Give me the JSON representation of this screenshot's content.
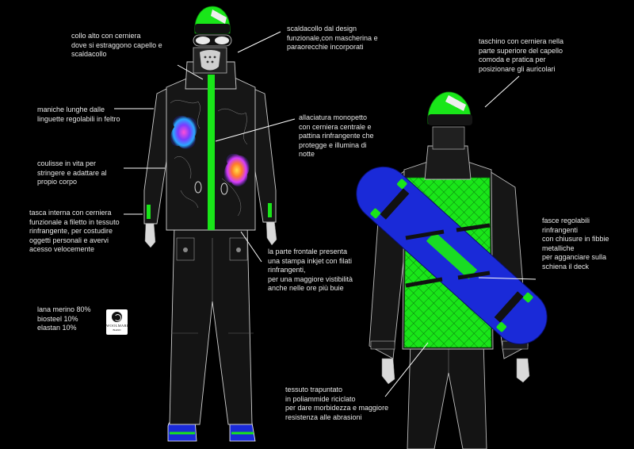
{
  "annotations": {
    "collar": "collo alto con cerniera\ndove si estraggono capello e\nscaldacollo",
    "neck_warmer": "scaldacollo dal design\nfunzionale,con mascherina e\nparaorecchie incorporati",
    "cap_pocket": "taschino con cerniera nella\nparte superiore del capello\ncomoda e pratica per\nposizionare gli auricolari",
    "sleeves": "maniche lunghe dalle\nlinguette regolabili in feltro",
    "closure": "allaciatura monopetto\ncon cerniera centrale e\npattina rinfrangente che\nprotegge e illumina di\nnotte",
    "drawstring": "coulisse in vita per\nstringere e adattare al\npropio corpo",
    "inner_pocket": "tasca interna con cerniera\nfunzionale a filetto in tessuto\nrinfrangente, per costudire\noggetti personali e avervi\nacesso velocemente",
    "print": "la parte frontale presenta\nuna stampa inkjet con filati\nrinfrangenti,\nper una maggiore vistibilità\nanche nelle ore più buie",
    "straps": "fasce regolabili\nrinfrangenti\ncon chiusure in fibbie\nmetalliche\nper agganciare sulla\nschiena il deck",
    "quilted": "tessuto trapuntato\nin poliammide riciclato\nper dare morbidezza e maggiore\nresistenza alle abrasioni",
    "composition": "lana merino 80%\nbiosteel 10%\nelastan 10%"
  },
  "logo": {
    "line1": "WOOLMARK",
    "line2": "BLEND"
  },
  "colors": {
    "background": "#000000",
    "neon_green": "#19e619",
    "deck_blue": "#1a2ad8",
    "jacket": "#161616",
    "text": "#e8e8e8"
  }
}
